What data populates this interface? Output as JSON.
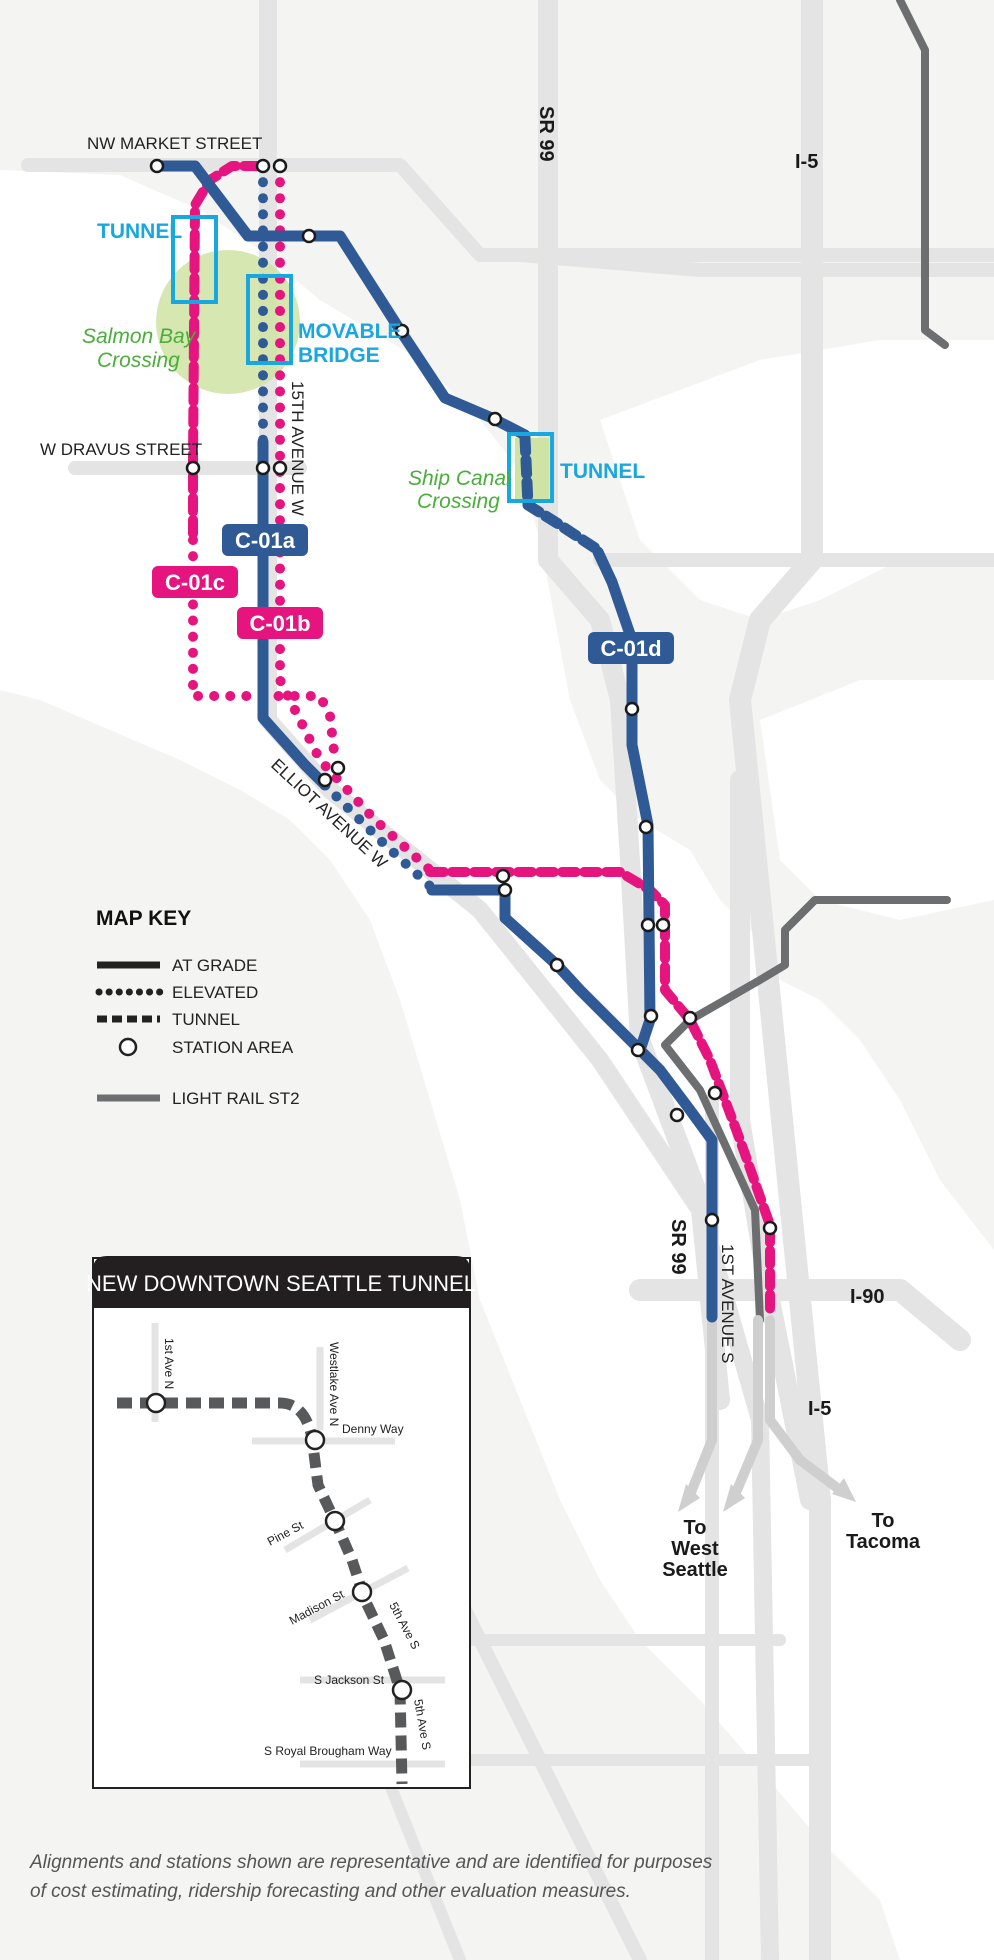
{
  "title": "",
  "colors": {
    "blue_line": "#2f5a96",
    "pink_line": "#e5147f",
    "light_rail": "#6d6e70",
    "tunnel_box": "#19a7e0",
    "crossing_label": "#4aae3a",
    "crossing_area": "#cfe3a4",
    "road": "#e4e4e4",
    "water": "#ffffff",
    "land": "#f4f4f2"
  },
  "streets": {
    "nw_market": "NW MARKET STREET",
    "w_dravus": "W DRAVUS STREET",
    "fifteenth_ave": "15TH AVENUE W",
    "elliot_ave": "ELLIOT AVENUE W",
    "first_ave_s": "1ST AVENUE S"
  },
  "highways": {
    "sr99_top": "SR 99",
    "sr99_bottom": "SR 99",
    "i5_top": "I-5",
    "i5_bottom": "I-5",
    "i90": "I-90"
  },
  "callouts": {
    "tunnel_west": "TUNNEL",
    "tunnel_east": "TUNNEL",
    "movable_bridge_1": "MOVABLE",
    "movable_bridge_2": "BRIDGE",
    "salmon_bay_1": "Salmon Bay",
    "salmon_bay_2": "Crossing",
    "ship_canal_1": "Ship Canal",
    "ship_canal_2": "Crossing"
  },
  "alignments": [
    {
      "id": "C-01a",
      "label": "C-01a",
      "color": "#2f5a96"
    },
    {
      "id": "C-01b",
      "label": "C-01b",
      "color": "#e5147f"
    },
    {
      "id": "C-01c",
      "label": "C-01c",
      "color": "#e5147f"
    },
    {
      "id": "C-01d",
      "label": "C-01d",
      "color": "#2f5a96"
    }
  ],
  "map_key": {
    "title": "MAP KEY",
    "items": [
      {
        "label": "AT GRADE",
        "style": "solid"
      },
      {
        "label": "ELEVATED",
        "style": "dotted"
      },
      {
        "label": "TUNNEL",
        "style": "dashed"
      },
      {
        "label": "STATION AREA",
        "style": "circle"
      },
      {
        "label": "LIGHT RAIL ST2",
        "style": "gray"
      }
    ]
  },
  "inset": {
    "title": "NEW DOWNTOWN SEATTLE TUNNEL",
    "streets": {
      "first_ave_n": "1st Ave N",
      "westlake": "Westlake Ave N",
      "denny": "Denny Way",
      "pine": "Pine St",
      "madison": "Madison St",
      "fifth_ave_1": "5th Ave S",
      "jackson": "S Jackson St",
      "fifth_ave_2": "5th Ave S",
      "royal": "S Royal Brougham Way"
    }
  },
  "destinations": {
    "west_seattle": [
      "To",
      "West",
      "Seattle"
    ],
    "tacoma": [
      "To",
      "Tacoma"
    ]
  },
  "footnote": "Alignments and stations shown are representative and are identified for purposes of cost estimating, ridership forecasting and other evaluation measures."
}
